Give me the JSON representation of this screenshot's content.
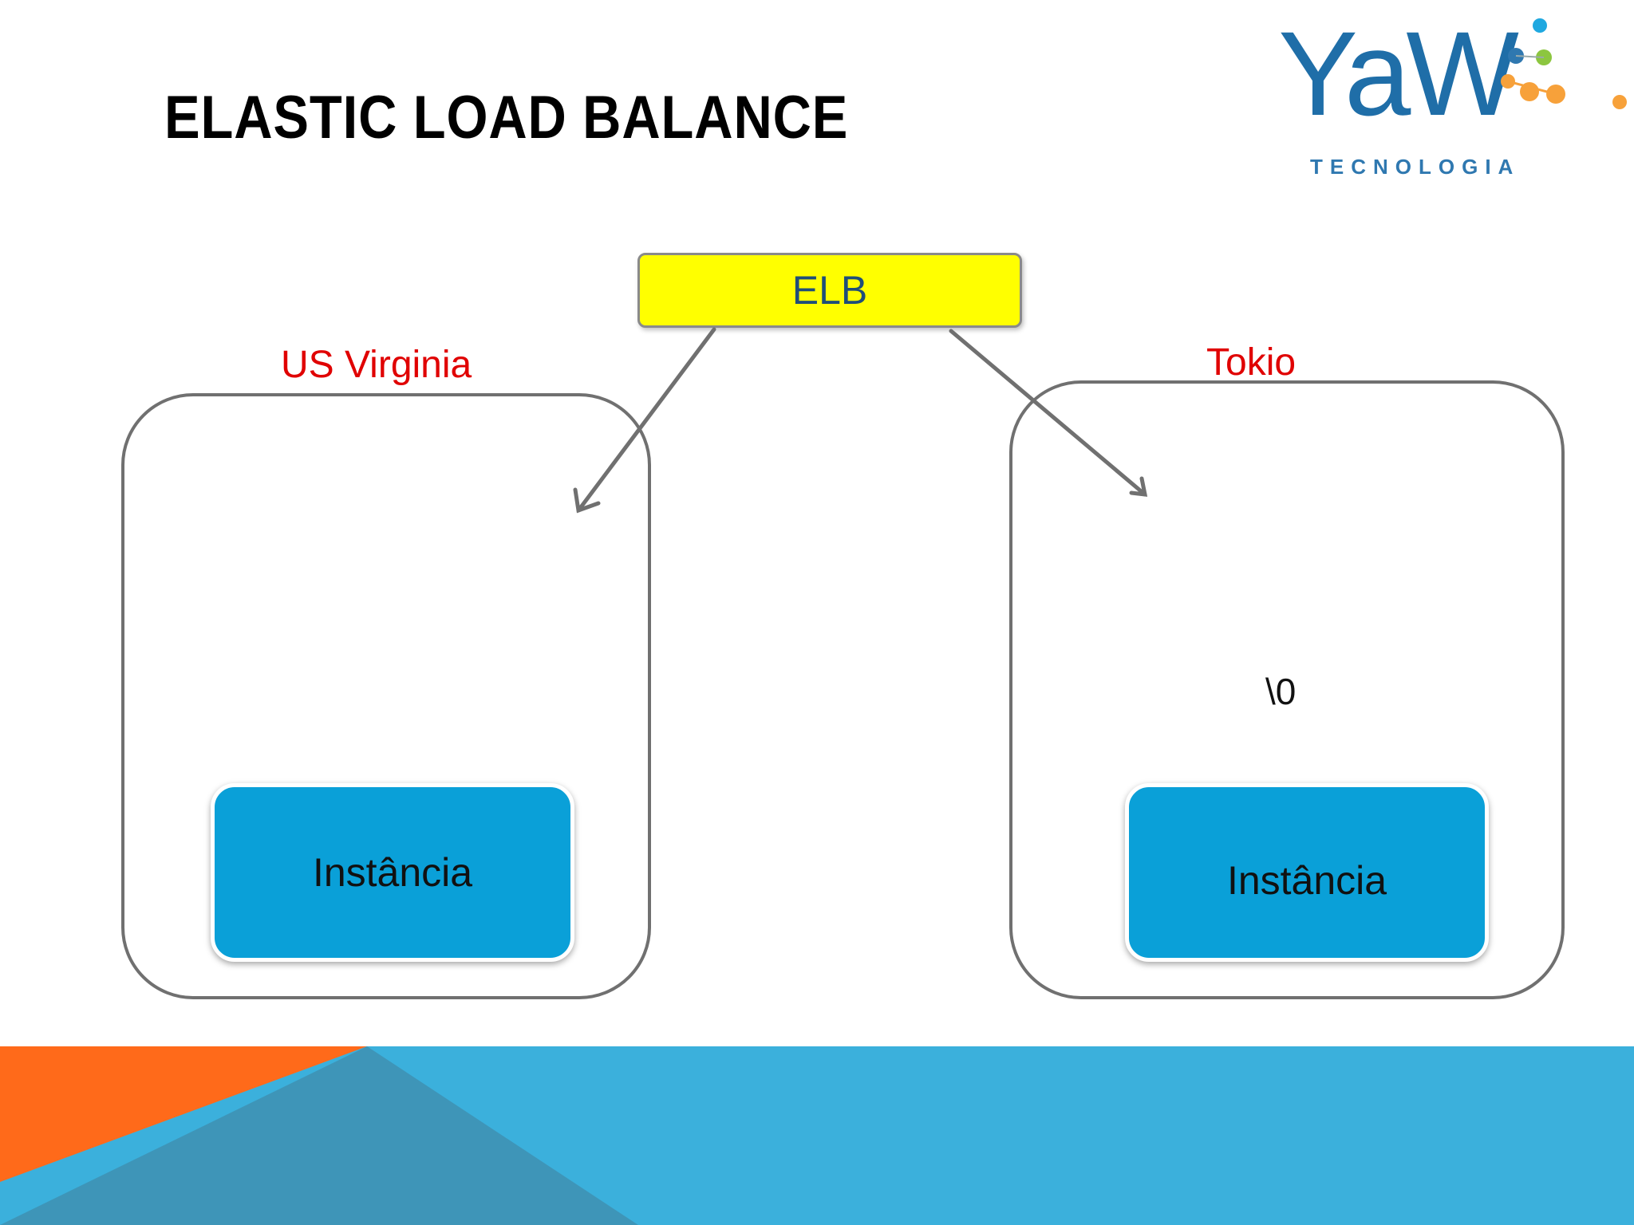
{
  "slide": {
    "title": "ELASTIC LOAD BALANCE"
  },
  "logo": {
    "brand": "YaW",
    "tagline": "TECNOLOGIA"
  },
  "diagram": {
    "balancer": {
      "label": "ELB",
      "fill": "#ffff00",
      "text_color": "#1f4e79"
    },
    "regions": [
      {
        "label": "US Virginia",
        "instance_label": "Instância"
      },
      {
        "label": "Tokio",
        "instance_label": "Instância",
        "note": "\\0"
      }
    ]
  },
  "colors": {
    "region_label": "#e00000",
    "instance_fill": "#0aa0d8",
    "footer_blue": "#3bb0dc",
    "footer_dark_blue": "#3e95b8",
    "footer_orange": "#ff6a1a",
    "logo_blue": "#1f6ea8"
  }
}
